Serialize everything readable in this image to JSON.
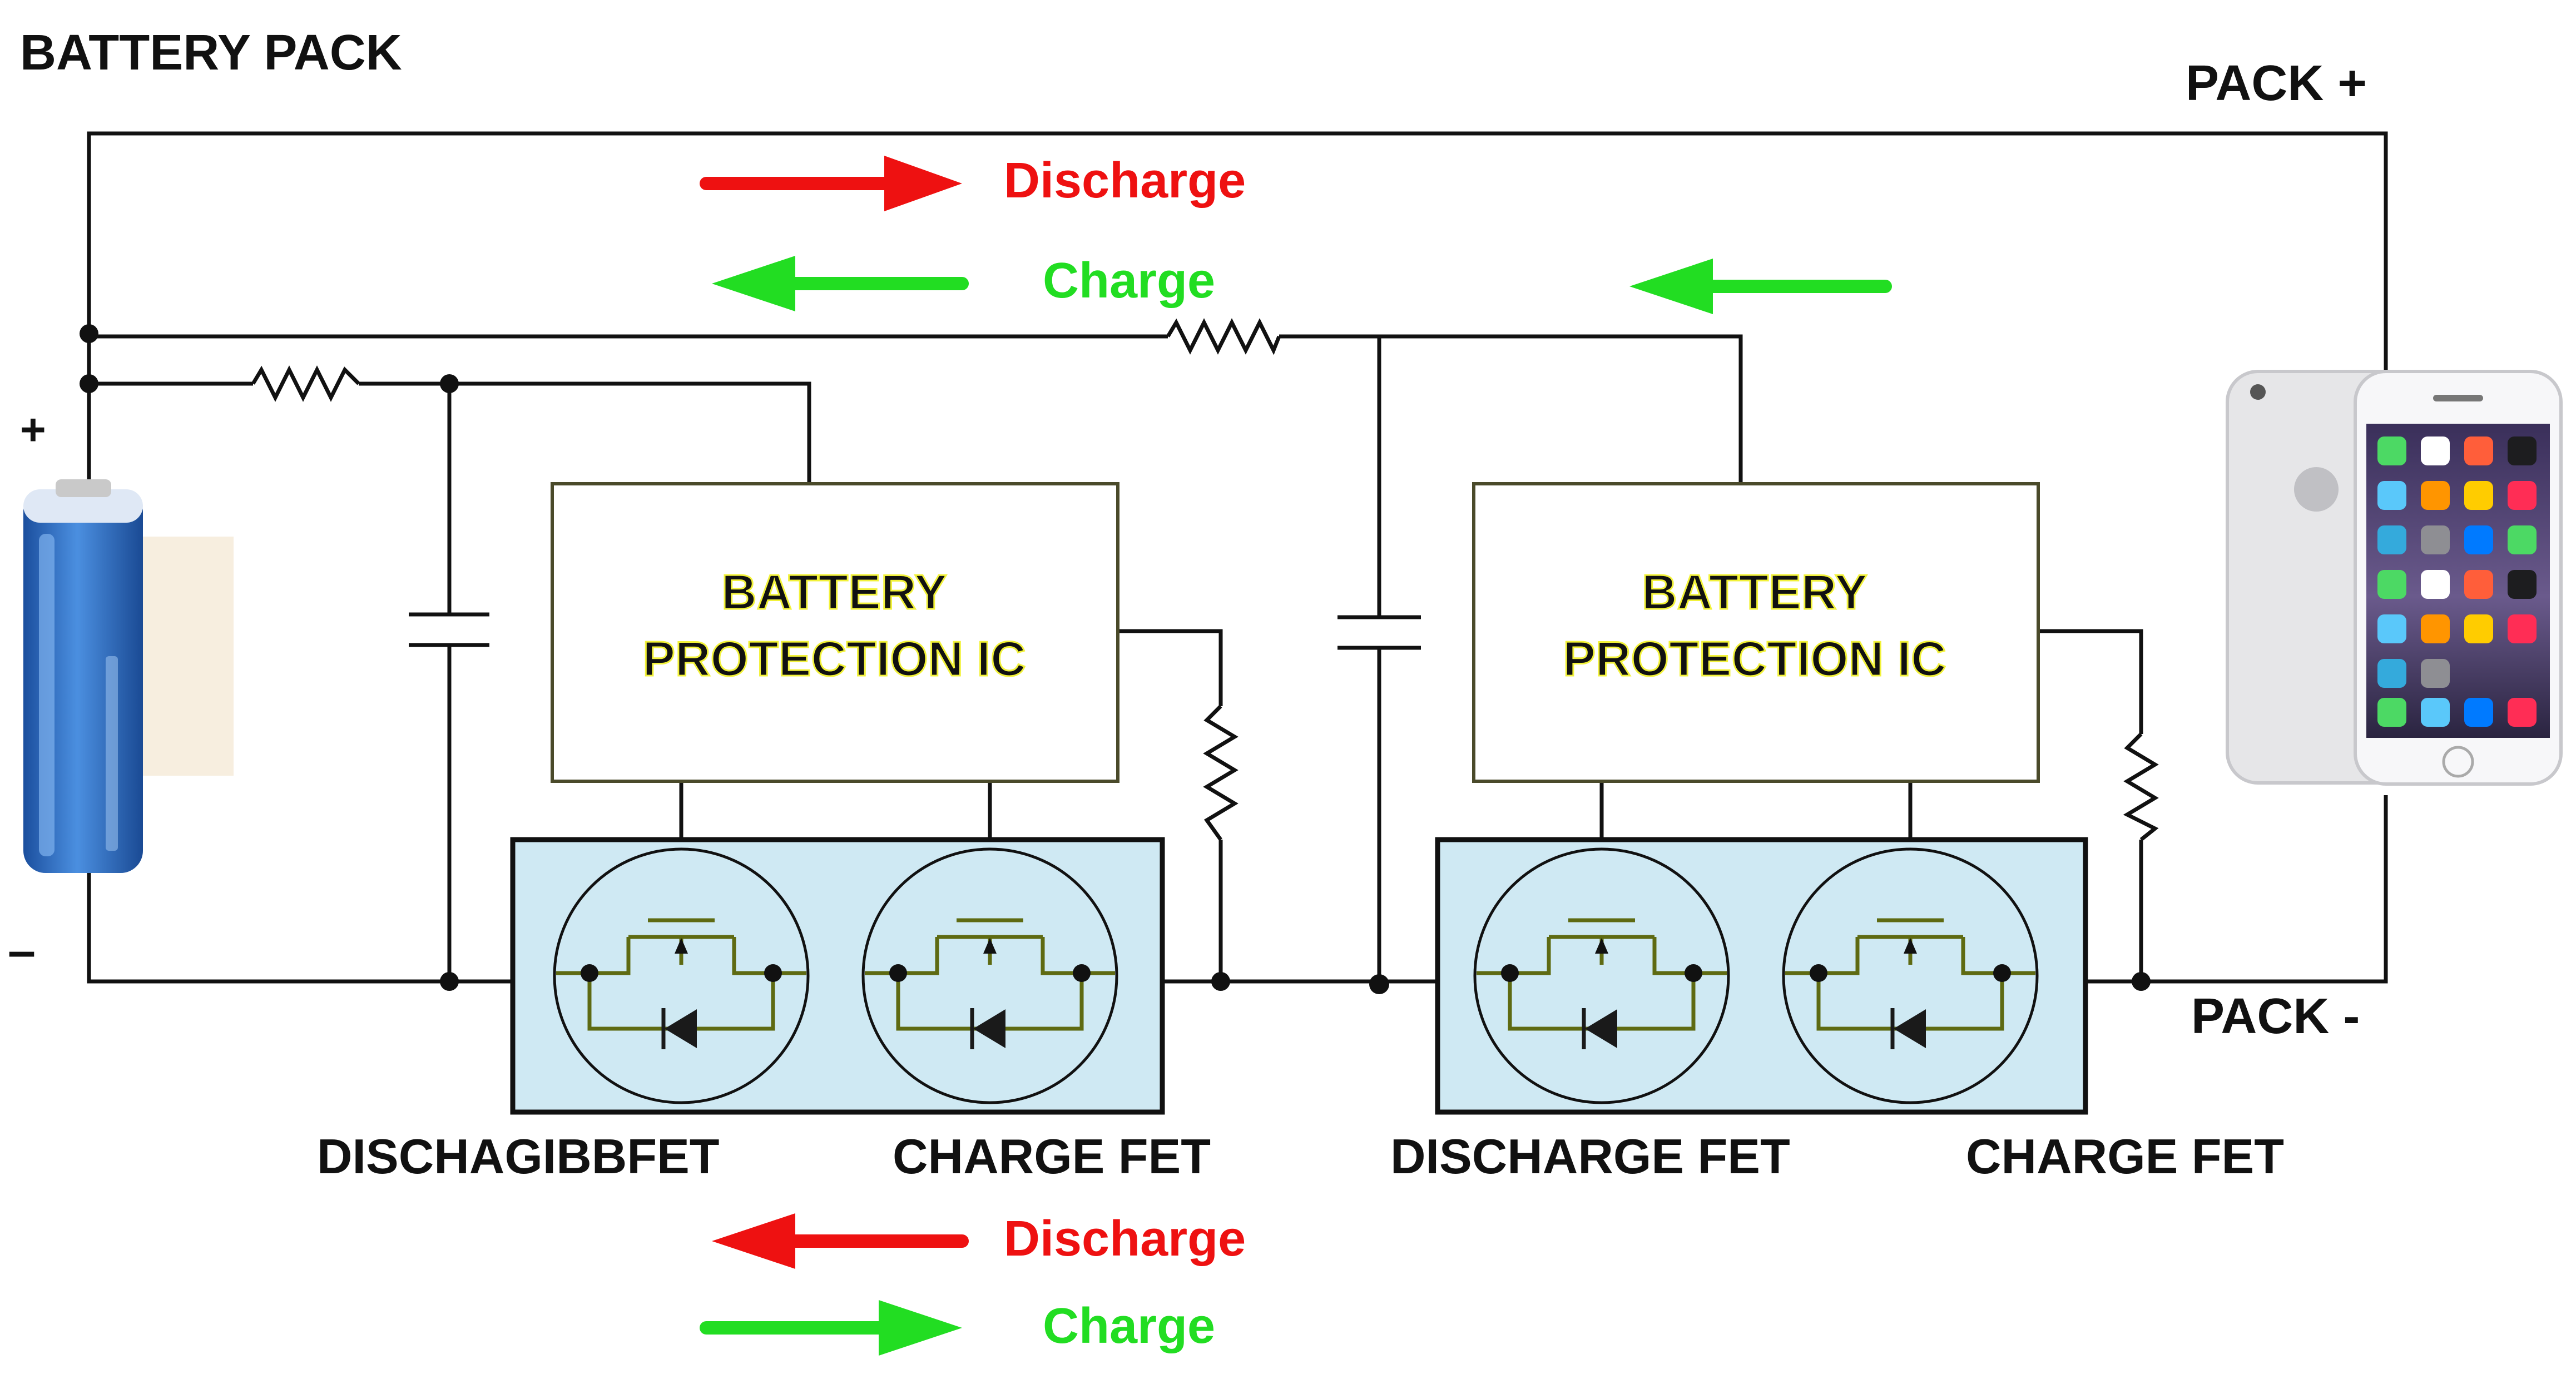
{
  "labels": {
    "battery_pack": "BATTERY PACK",
    "pack_plus": "PACK +",
    "pack_minus": "PACK -",
    "battery_plus": "+",
    "battery_minus": "–"
  },
  "legend_top": {
    "discharge": "Discharge",
    "charge": "Charge"
  },
  "legend_bottom": {
    "discharge": "Discharge",
    "charge": "Charge"
  },
  "ic_left": {
    "line1": "BATTERY",
    "line2": "PROTECTION IC"
  },
  "ic_right": {
    "line1": "BATTERY",
    "line2": "PROTECTION IC"
  },
  "fet_labels": {
    "left_discharge": "DISCHAGIBBFET",
    "left_charge": "CHARGE FET",
    "right_discharge": "DISCHARGE FET",
    "right_charge": "CHARGE FET"
  },
  "colors": {
    "discharge": "#ee1111",
    "charge": "#22dd22",
    "wire": "#111111",
    "ic_border": "#4a4a2a",
    "fet_box_fill": "#cfe9f3",
    "fet_symbol": "#5e6a12",
    "battery_blue": "#2f6fc0",
    "phone_silver": "#e8e8ea"
  }
}
